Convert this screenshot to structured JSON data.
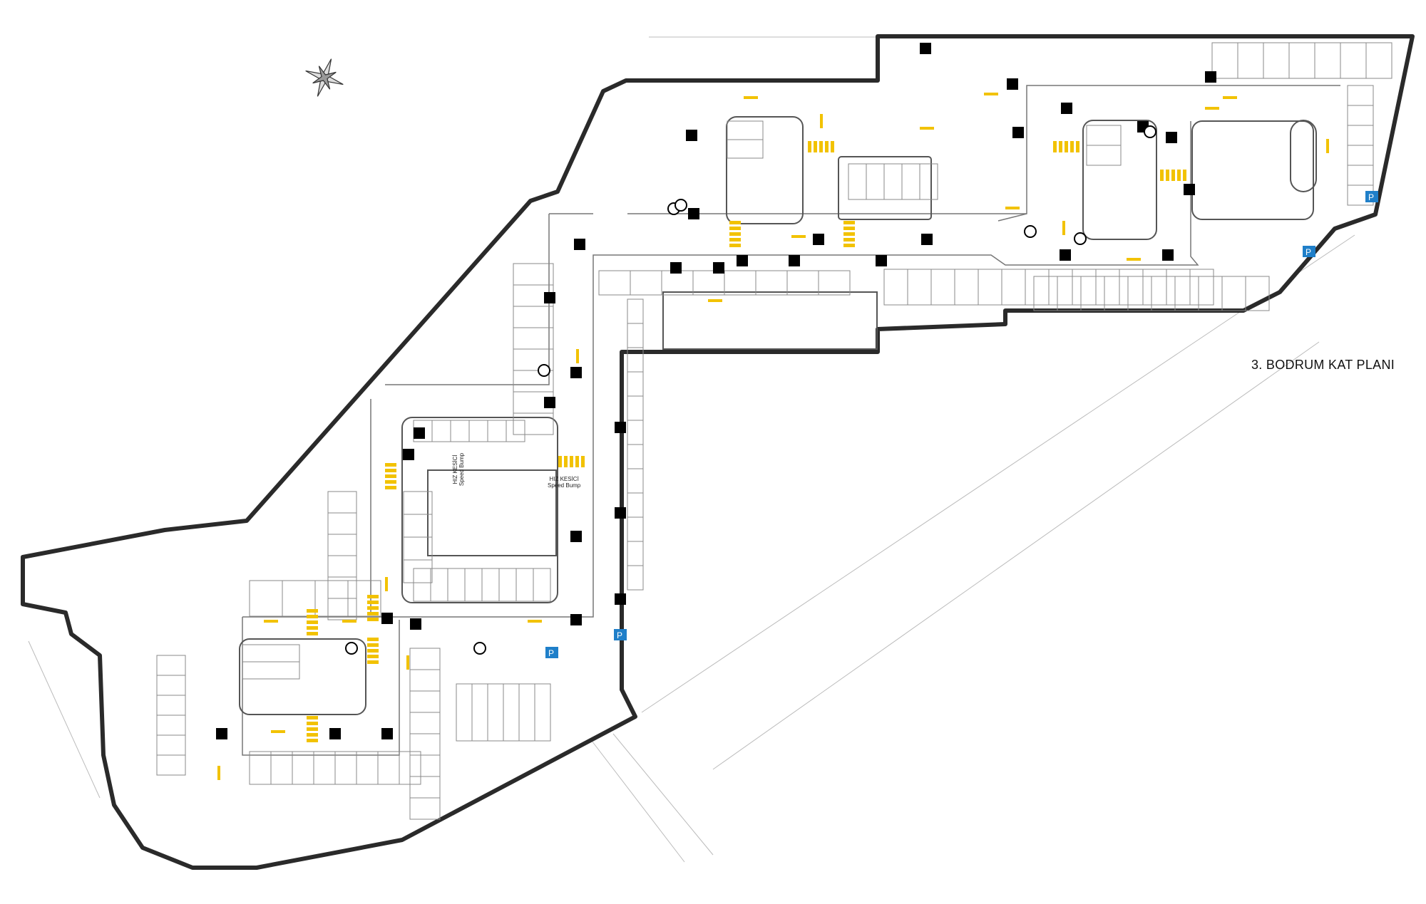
{
  "title": "3. BODRUM KAT PLANI",
  "labels": {
    "speed_bump_tr": "HIZ KESİCİ",
    "speed_bump_en": "Speed Bump",
    "parking_sign": "P"
  },
  "colors": {
    "wall": "#2a2a2a",
    "marking": "#f2c200",
    "parking_sign": "#1f7fc9",
    "line": "#8a8a8a"
  }
}
